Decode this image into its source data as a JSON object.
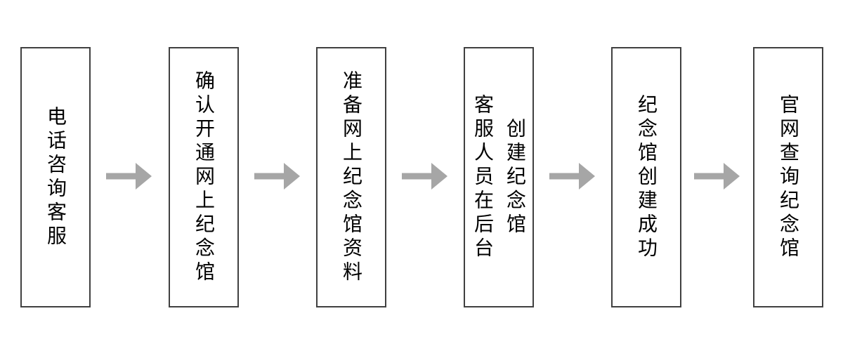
{
  "flowchart": {
    "direction": "left-to-right",
    "colors": {
      "background": "#ffffff",
      "box_border": "#404040",
      "box_fill": "#ffffff",
      "text": "#000000",
      "arrow": "#a6a6a6"
    },
    "connector": {
      "type": "block-arrow",
      "points_direction": "right"
    },
    "steps": [
      {
        "text": "电话咨询客服",
        "lines": [
          "电话咨询客服"
        ]
      },
      {
        "text": "确认开通网上纪念馆",
        "lines": [
          "确认开通网上纪念馆"
        ]
      },
      {
        "text": "准备网上纪念馆资料",
        "lines": [
          "准备网上纪念馆资料"
        ]
      },
      {
        "text": "客服人员在后台创建纪念馆",
        "lines": [
          "客服人员在后台",
          "创建纪念馆"
        ]
      },
      {
        "text": "纪念馆创建成功",
        "lines": [
          "纪念馆创建成功"
        ]
      },
      {
        "text": "官网查询纪念馆",
        "lines": [
          "官网查询纪念馆"
        ]
      }
    ]
  }
}
